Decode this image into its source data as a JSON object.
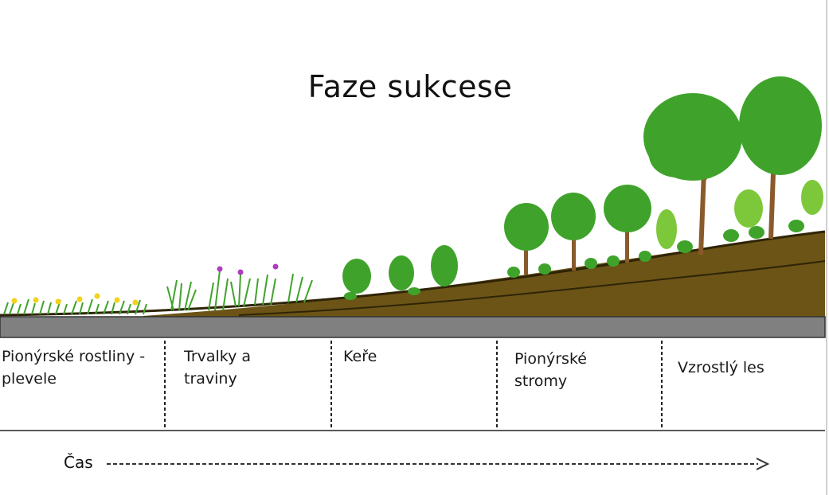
{
  "title": "Faze sukcese",
  "stages": [
    {
      "label": "Pionýrské rostliny - plevele"
    },
    {
      "label": "Trvalky a traviny"
    },
    {
      "label": "Keře"
    },
    {
      "label": "Pionýrské stromy"
    },
    {
      "label": "Vzrostlý les"
    }
  ],
  "time_axis": {
    "label": "Čas"
  },
  "colors": {
    "soil": "#6b5416",
    "soil_dark": "#2e2406",
    "bedrock": "#808080",
    "foliage": "#3fa32b",
    "foliage_light": "#7cc83a",
    "trunk": "#8a5a2b",
    "flower_yellow": "#f2d21a",
    "flower_purple": "#b03cc0"
  }
}
